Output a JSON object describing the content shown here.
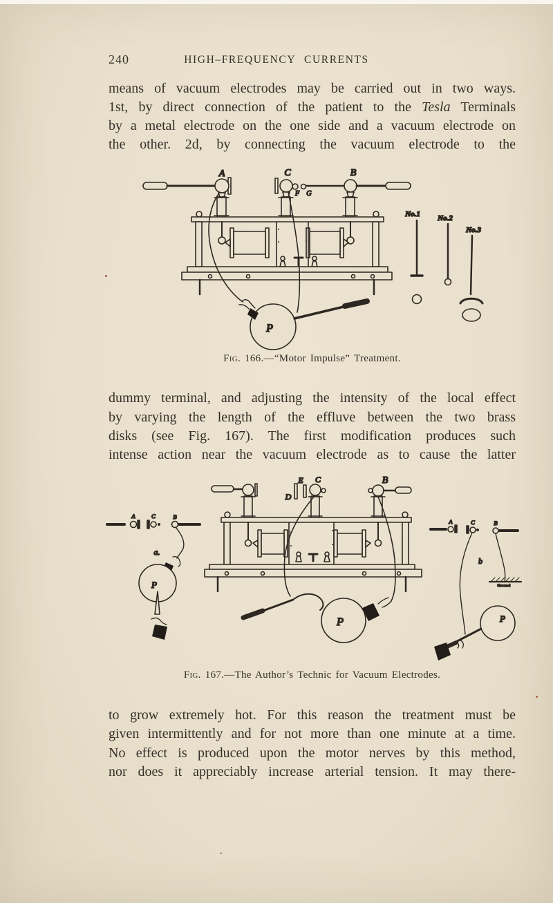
{
  "page": {
    "number": "240",
    "running_title": "HIGH–FREQUENCY CURRENTS"
  },
  "paragraph1": {
    "line1": "means of vacuum electrodes may be carried out in two ways.",
    "line2_pre": "1st, by direct connection of the patient to the ",
    "line2_italic": "Tesla",
    "line2_post": " Terminals",
    "line3": "by a metal electrode on the one side and a vacuum electrode on",
    "line4": "the other.  2d, by connecting the vacuum electrode to the"
  },
  "figure166": {
    "caption_label": "Fig. 166.",
    "caption_dash": "—",
    "caption_title": "“Motor Impulse” Treatment.",
    "labels": {
      "terminal_a": "A",
      "terminal_c": "C",
      "terminal_b": "B",
      "knob_f": "F",
      "knob_g": "G",
      "electrode_no1": "No.1",
      "electrode_no2": "No.2",
      "electrode_no3": "No.3",
      "patient": "P"
    }
  },
  "paragraph2": {
    "line1": "dummy terminal, and adjusting the intensity of the local effect",
    "line2": "by varying the length of the effluve between the two brass",
    "line3": "disks (see Fig. 167).  The first modification produces such",
    "line4": "intense action near the vacuum electrode as to cause the latter"
  },
  "figure167": {
    "caption_label": "Fig. 167.",
    "caption_dash": "—",
    "caption_title": "The Author’s Technic for Vacuum Electrodes.",
    "labels": {
      "disc_d": "D",
      "disc_e": "E",
      "terminal_c": "C",
      "terminal_b": "B",
      "patient_center": "P",
      "inset_a_label": "a.",
      "left_a": "A",
      "left_c": "C",
      "left_b": "B",
      "patient_left": "P",
      "inset_b_label": "b",
      "right_a": "A",
      "right_c": "C",
      "right_b": "B",
      "patient_right": "P",
      "ground": "Ground"
    }
  },
  "paragraph3": {
    "line1": "to grow extremely hot.  For this reason the treatment must be",
    "line2": "given intermittently and for not more than one minute at a time.",
    "line3": "No effect is produced upon the motor nerves by this method,",
    "line4": "nor does it appreciably increase arterial tension.  It may there-"
  }
}
